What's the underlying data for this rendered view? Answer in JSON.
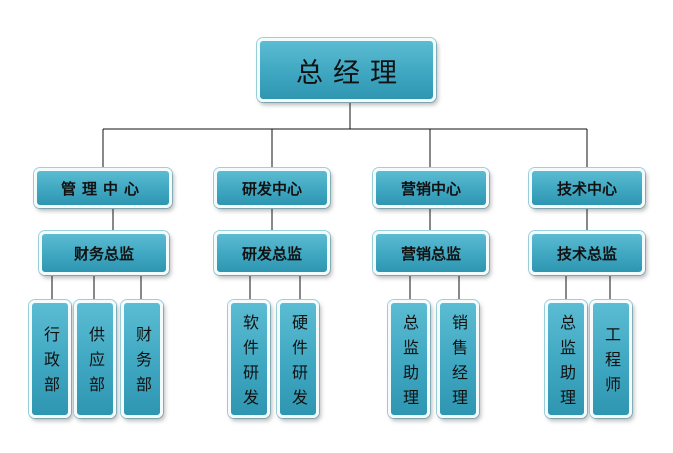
{
  "root": {
    "label": "总经理"
  },
  "centers": [
    {
      "label": "管理中心",
      "director": "财务总监",
      "units": [
        "行政部",
        "供应部",
        "财务部"
      ]
    },
    {
      "label": "研发中心",
      "director": "研发总监",
      "units": [
        "软件研发",
        "硬件研发"
      ]
    },
    {
      "label": "营销中心",
      "director": "营销总监",
      "units": [
        "总监助理",
        "销售经理"
      ]
    },
    {
      "label": "技术中心",
      "director": "技术总监",
      "units": [
        "总监助理",
        "工程师"
      ]
    }
  ],
  "colors": {
    "box_fill": "#3fa7c1",
    "box_border": "#f3fbfd",
    "connector": "#111111"
  }
}
